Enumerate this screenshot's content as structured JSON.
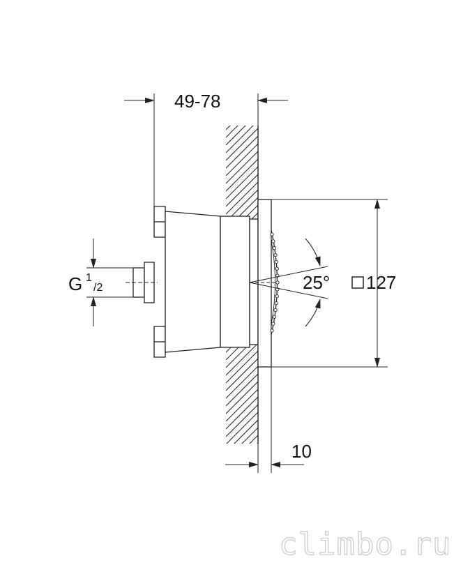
{
  "dimensions": {
    "depth_range": "49-78",
    "connection_prefix": "G",
    "connection_num": "1",
    "connection_den": "/2",
    "spray_angle": "25°",
    "plate_size": "127",
    "plate_thickness": "10"
  },
  "watermark": "climbo.ru",
  "colors": {
    "line": "#222222",
    "watermark": "#c9c9c9"
  }
}
